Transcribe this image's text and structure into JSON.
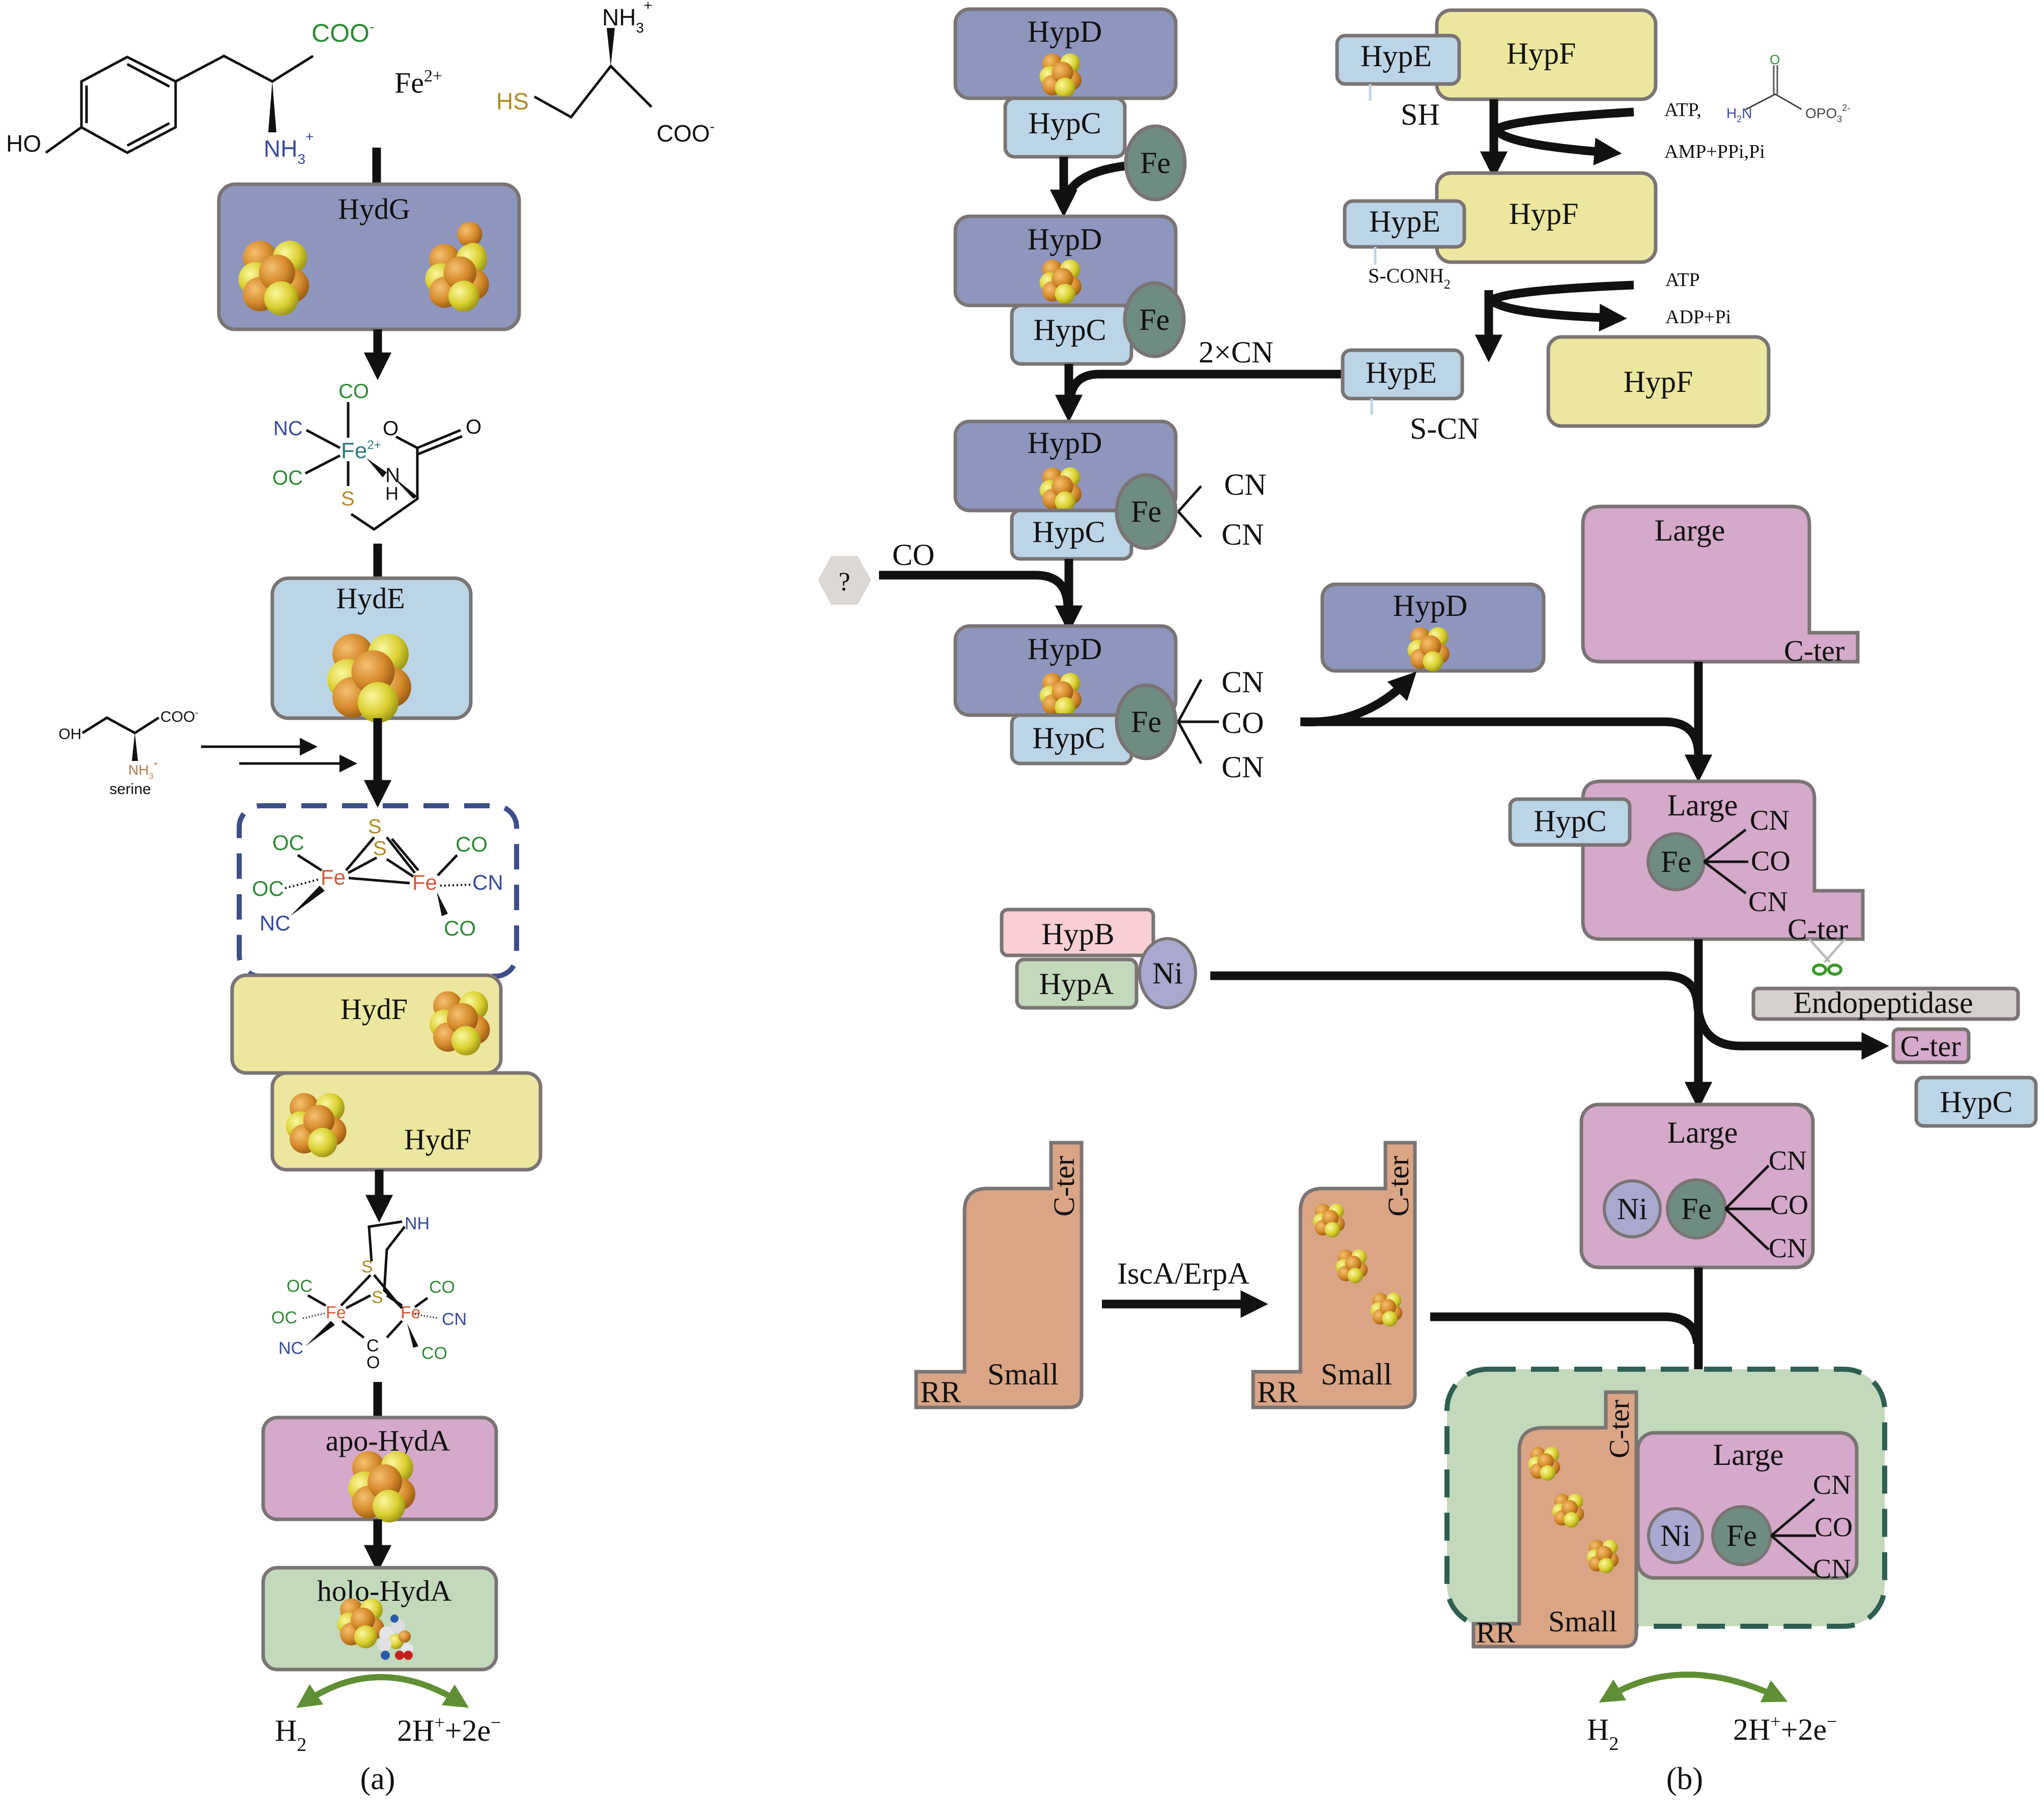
{
  "colors": {
    "hydg": "#8e96bd",
    "hyde_light_blue": "#bcd5e6",
    "yellow": "#ece79f",
    "pink": "#d4a9c9",
    "green": "#c3d9bb",
    "fe_teal": "#6f8c82",
    "ni_lav": "#a9a9cf",
    "small_orange": "#d9a585",
    "hypb_pink": "#f9cfd3",
    "endopeptidase_gray": "#d6d0cf",
    "question_gray": "#dcd8d6",
    "dashed_blue": "#3d4e8a",
    "dashed_green": "#2f5f52",
    "chem_green": "#2f8a35",
    "chem_blue": "#3a4a9a",
    "chem_gold": "#b08a2a",
    "chem_red": "#d05a3a",
    "arrow_green": "#5f8f35"
  },
  "panel_a": {
    "label": "(a)",
    "tyrosine": {
      "ho": "HO",
      "coo": "COO",
      "coo_charge": "-",
      "nh3": "NH",
      "nh3_sub": "3",
      "nh3_charge": "+"
    },
    "fe2": {
      "text": "Fe",
      "charge": "2+"
    },
    "cysteine": {
      "hs": "HS",
      "coo": "COO",
      "coo_charge": "-",
      "nh3": "NH",
      "nh3_sub": "3",
      "nh3_charge": "+"
    },
    "hydg": "HydG",
    "complex1": {
      "co": "CO",
      "nc": "NC",
      "oc": "OC",
      "fe": "Fe",
      "fe_charge": "2+",
      "o1": "O",
      "o2": "O",
      "n": "N",
      "h": "H",
      "s": "S"
    },
    "hyde": "HydE",
    "serine": {
      "oh": "OH",
      "coo": "COO",
      "coo_charge": "-",
      "nh3": "NH",
      "nh3_sub": "3",
      "nh3_charge": "+",
      "name": "serine"
    },
    "complex2": {
      "s_top": "S",
      "s_mid": "S",
      "oc1": "OC",
      "oc2": "OC",
      "nc": "NC",
      "fe1": "Fe",
      "fe2": "Fe",
      "co1": "CO",
      "cn": "CN",
      "co2": "CO"
    },
    "hydf_top": "HydF",
    "hydf_bottom": "HydF",
    "complex3": {
      "nh": "NH",
      "s1": "S",
      "s2": "S",
      "oc1": "OC",
      "oc2": "OC",
      "nc": "NC",
      "fe1": "Fe",
      "fe2": "Fe",
      "co1": "CO",
      "cn": "CN",
      "co2": "CO",
      "c": "C",
      "o": "O"
    },
    "apo": "apo-HydA",
    "holo": "holo-HydA",
    "h2": "H",
    "h2_sub": "2",
    "protons": "2H",
    "protons_sup": "+",
    "protons_rest": "+2e",
    "protons_sup2": "−"
  },
  "panel_b": {
    "label": "(b)",
    "hypd": "HypD",
    "hypc": "HypC",
    "fe": "Fe",
    "ni": "Ni",
    "hype": "HypE",
    "hypf": "HypF",
    "sh": "SH",
    "atp_comma": "ATP,",
    "carbamoyl": {
      "h2n": "H",
      "h2n_sub": "2",
      "h2n_rest": "N",
      "o": "O",
      "opo3": "OPO",
      "opo3_sub": "3",
      "opo3_charge": "2-"
    },
    "amp": "AMP+PPi,Pi",
    "s_conh2": "S-CONH",
    "s_conh2_sub": "2",
    "atp": "ATP",
    "adp": "ADP+Pi",
    "two_cn": "2×CN",
    "s_cn": "S-CN",
    "cn": "CN",
    "co": "CO",
    "question": "?",
    "large": "Large",
    "c_ter": "C-ter",
    "endopeptidase": "Endopeptidase",
    "hypb": "HypB",
    "hypa": "HypA",
    "small": "Small",
    "rr": "RR",
    "isca": "IscA/ErpA",
    "h2": "H",
    "h2_sub": "2",
    "protons": "2H",
    "protons_sup": "+",
    "protons_rest": "+2e",
    "protons_sup2": "−"
  }
}
